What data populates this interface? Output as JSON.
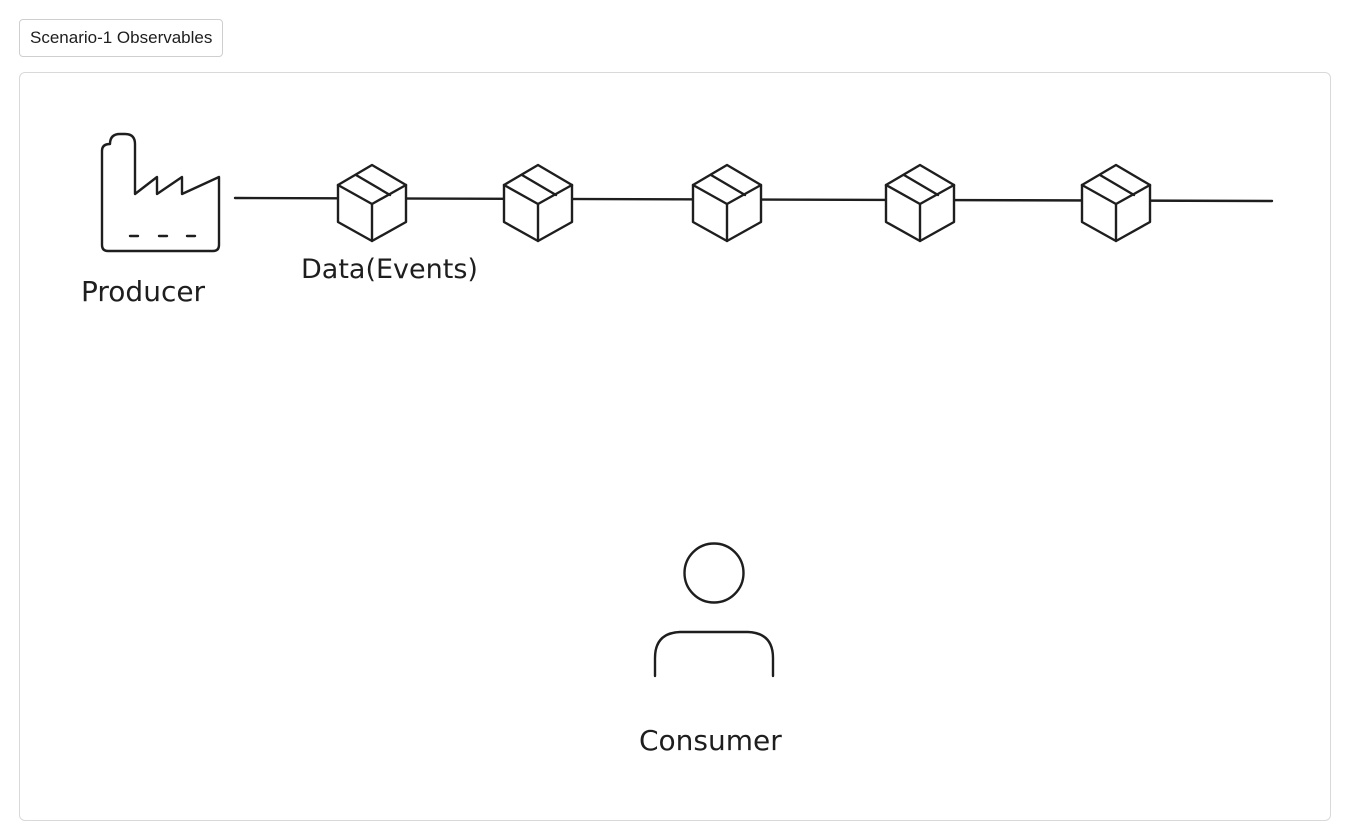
{
  "frame": {
    "title": "Scenario-1 Observables"
  },
  "diagram": {
    "producer": {
      "label": "Producer",
      "icon": "factory-icon"
    },
    "stream": {
      "label": "Data(Events)",
      "event_icon": "package-icon",
      "event_count": 5
    },
    "consumer": {
      "label": "Consumer",
      "icon": "user-icon"
    }
  },
  "colors": {
    "stroke": "#1e1e1e",
    "frame_border": "#d9d9d9",
    "background": "#ffffff"
  }
}
